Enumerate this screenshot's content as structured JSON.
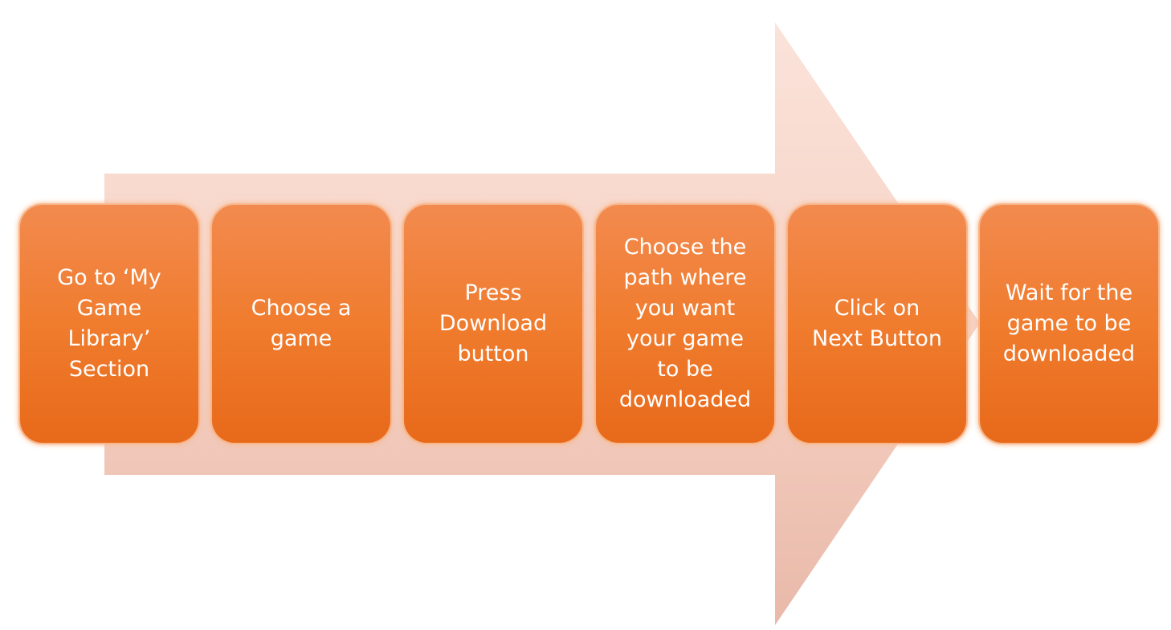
{
  "diagram": {
    "arrow": {
      "color_top": "#fadcd2",
      "color_bottom": "#edbfae"
    },
    "step_color": "#f07c2e",
    "steps": [
      {
        "label": "Go to ‘My\nGame\nLibrary’\nSection"
      },
      {
        "label": "Choose a\ngame"
      },
      {
        "label": "Press\nDownload\nbutton"
      },
      {
        "label": "Choose the\npath where\nyou want\nyour game\nto be\ndownloaded"
      },
      {
        "label": "Click on\nNext Button"
      },
      {
        "label": "Wait for the\ngame to be\ndownloaded"
      }
    ]
  }
}
